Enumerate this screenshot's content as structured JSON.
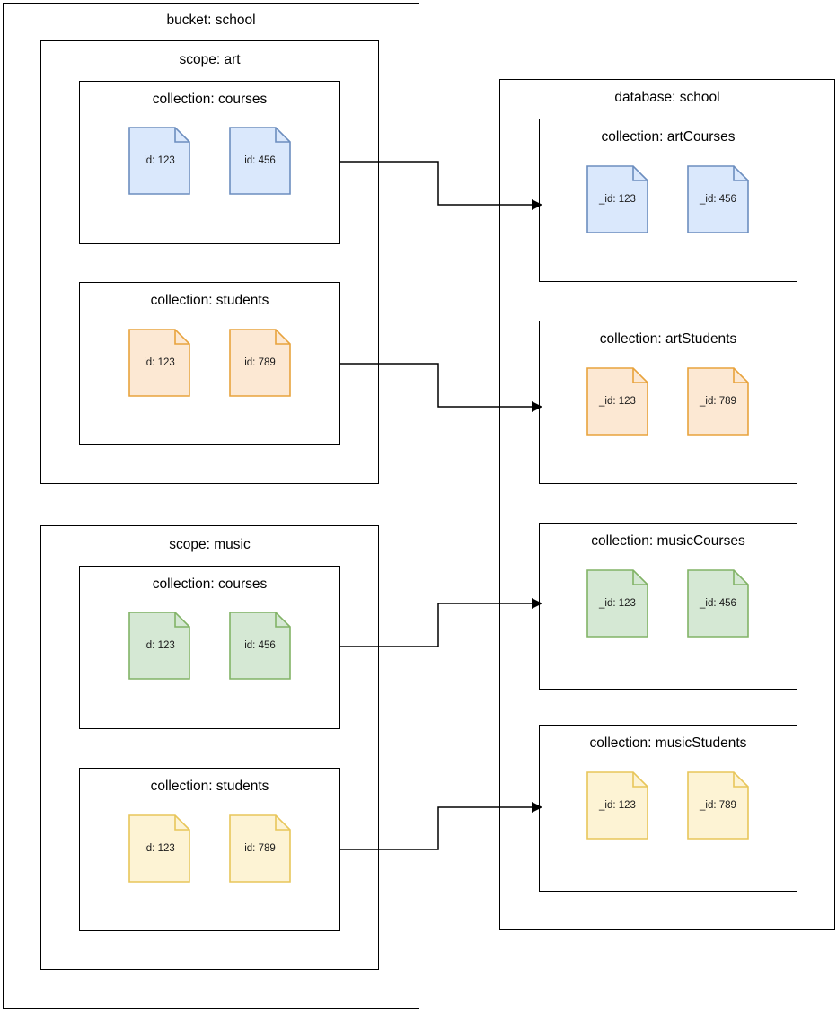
{
  "diagram": {
    "title_bucket": "bucket: school",
    "title_database": "database: school"
  },
  "colors": {
    "blue_fill": "#dae8fc",
    "blue_stroke": "#6c8ebf",
    "orange_fill": "#fce8d3",
    "orange_stroke": "#e8a33d",
    "green_fill": "#d5e8d4",
    "green_stroke": "#82b366",
    "yellow_fill": "#fdf3d4",
    "yellow_stroke": "#e8c65a",
    "box_stroke": "#000000",
    "background": "#ffffff"
  },
  "source": {
    "bucket_label": "bucket: school",
    "scopes": [
      {
        "label": "scope: art",
        "collections": [
          {
            "label": "collection: courses",
            "color": "blue",
            "documents": [
              {
                "label": "id: 123"
              },
              {
                "label": "id: 456"
              }
            ]
          },
          {
            "label": "collection: students",
            "color": "orange",
            "documents": [
              {
                "label": "id: 123"
              },
              {
                "label": "id: 789"
              }
            ]
          }
        ]
      },
      {
        "label": "scope: music",
        "collections": [
          {
            "label": "collection: courses",
            "color": "green",
            "documents": [
              {
                "label": "id: 123"
              },
              {
                "label": "id: 456"
              }
            ]
          },
          {
            "label": "collection: students",
            "color": "yellow",
            "documents": [
              {
                "label": "id: 123"
              },
              {
                "label": "id: 789"
              }
            ]
          }
        ]
      }
    ]
  },
  "target": {
    "database_label": "database: school",
    "collections": [
      {
        "label": "collection: artCourses",
        "color": "blue",
        "documents": [
          {
            "label": "_id: 123"
          },
          {
            "label": "_id: 456"
          }
        ]
      },
      {
        "label": "collection: artStudents",
        "color": "orange",
        "documents": [
          {
            "label": "_id: 123"
          },
          {
            "label": "_id: 789"
          }
        ]
      },
      {
        "label": "collection: musicCourses",
        "color": "green",
        "documents": [
          {
            "label": "_id: 123"
          },
          {
            "label": "_id: 456"
          }
        ]
      },
      {
        "label": "collection: musicStudents",
        "color": "yellow",
        "documents": [
          {
            "label": "_id: 123"
          },
          {
            "label": "_id: 789"
          }
        ]
      }
    ]
  },
  "connectors": [
    {
      "from": "art.courses",
      "to": "artCourses"
    },
    {
      "from": "art.students",
      "to": "artStudents"
    },
    {
      "from": "music.courses",
      "to": "musicCourses"
    },
    {
      "from": "music.students",
      "to": "musicStudents"
    }
  ]
}
